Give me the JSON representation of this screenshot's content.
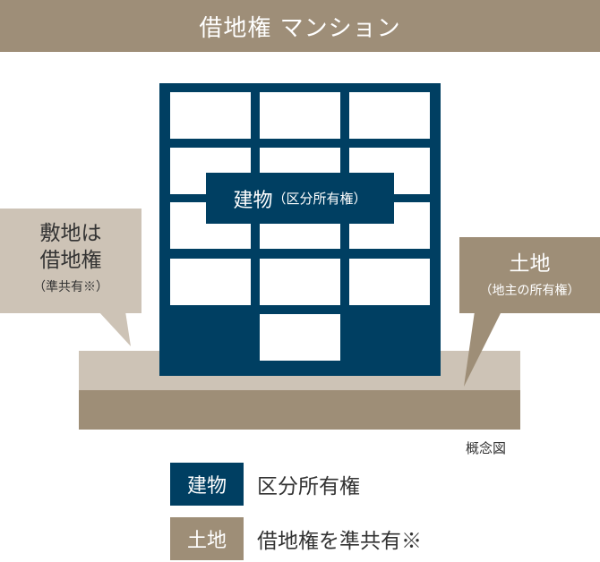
{
  "header": {
    "title": "借地権 マンション"
  },
  "building": {
    "label": "建物",
    "label_sub": "（区分所有権）"
  },
  "callout_left": {
    "line1": "敷地は",
    "line2": "借地権",
    "sub": "（準共有※）"
  },
  "callout_right": {
    "line1": "土地",
    "sub": "（地主の所有権）"
  },
  "note": "概念図",
  "legend": [
    {
      "key": "建物",
      "value": "区分所有権",
      "color": "#003f62"
    },
    {
      "key": "土地",
      "value": "借地権を準共有※",
      "color": "#9e8e77"
    }
  ],
  "colors": {
    "navy": "#003f62",
    "taupe": "#9e8e77",
    "beige": "#cdc3b6"
  }
}
